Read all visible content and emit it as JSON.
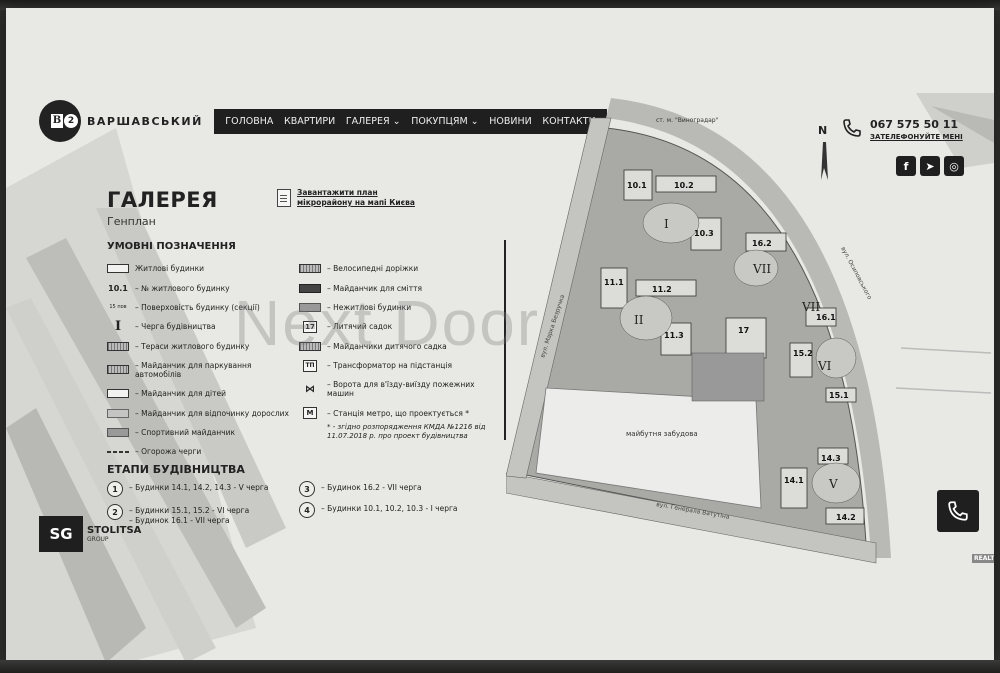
{
  "header": {
    "logo_text": "ВАРШАВСЬКИЙ",
    "logo_mark_letter": "В",
    "logo_mark_number": "2",
    "nav": [
      {
        "label": "ГОЛОВНА"
      },
      {
        "label": "КВАРТИРИ"
      },
      {
        "label": "ГАЛЕРЕЯ ⌄"
      },
      {
        "label": "ПОКУПЦЯМ ⌄"
      },
      {
        "label": "НОВИНИ"
      },
      {
        "label": "КОНТАКТИ"
      }
    ],
    "phone": "067 575 50 11",
    "callback": "ЗАТЕЛЕФОНУЙТЕ МЕНІ",
    "compass": "N",
    "socials": [
      "f",
      "➤",
      "◎"
    ]
  },
  "page": {
    "title": "ГАЛЕРЕЯ",
    "subtitle": "Генплан",
    "download_line1": "Завантажити план",
    "download_line2": "мікрорайону на мапі Києва"
  },
  "legend": {
    "heading": "УМОВНІ ПОЗНАЧЕННЯ",
    "left": [
      {
        "sym": "outline",
        "label": "Житлові будинки"
      },
      {
        "sym": "text",
        "sym_text": "10.1",
        "label": "– № житлового будинку"
      },
      {
        "sym": "text",
        "sym_text": "15 пов",
        "label": "– Поверховість будинку (секції)"
      },
      {
        "sym": "text",
        "sym_text": "I",
        "label": "– Черга будівництва"
      },
      {
        "sym": "hatch",
        "label": "– Тераси житлового будинку"
      },
      {
        "sym": "hatch",
        "label": "– Майданчик для паркування автомобілів"
      },
      {
        "sym": "outline",
        "label": "– Майданчик для дітей"
      },
      {
        "sym": "lightgrey",
        "label": "– Майданчик для відпочинку дорослих"
      },
      {
        "sym": "grey",
        "label": "– Спортивний майданчик"
      },
      {
        "sym": "line",
        "label": "– Огорожа черги"
      }
    ],
    "right": [
      {
        "sym": "hatch",
        "label": "– Велосипедні доріжки"
      },
      {
        "sym": "dark",
        "label": "– Майданчик для сміття"
      },
      {
        "sym": "grey",
        "label": "– Нежитлові будинки"
      },
      {
        "sym": "box",
        "sym_text": "17",
        "label": "– Литячий садок"
      },
      {
        "sym": "hatch",
        "label": "– Майданчики дитячого садка"
      },
      {
        "sym": "box",
        "sym_text": "ТП",
        "label": "– Трансформатор на підстанція"
      },
      {
        "sym": "gate",
        "sym_text": "⋈",
        "label": "– Ворота для в'їзду-виїзду пожежних машин"
      },
      {
        "sym": "box",
        "sym_text": "M",
        "label": "– Станція метро, що проектується *"
      }
    ],
    "footnote_line1": "* - згідно розпорядження КМДА №1216 від",
    "footnote_line2": "11.07.2018 р. про проект будівництва"
  },
  "stages": {
    "heading": "ЕТАПИ БУДІВНИЦТВА",
    "items": [
      {
        "num": "1",
        "line1": "– Будинки 14.1, 14.2, 14.3 - V черга",
        "line2": ""
      },
      {
        "num": "2",
        "line1": "– Будинки 15.1, 15.2 - VI черга",
        "line2": "– Будинок 16.1 - VII черга"
      },
      {
        "num": "3",
        "line1": "– Будинок 16.2 - VII черга",
        "line2": ""
      },
      {
        "num": "4",
        "line1": "– Будинки 10.1, 10.2, 10.3 - I черга",
        "line2": ""
      }
    ]
  },
  "footer": {
    "sg": "SG",
    "company": "STOLITSA",
    "company_sub": "GROUP",
    "realty_badge": "REALTY"
  },
  "map": {
    "metro_label": "ст. м. \"Виноградар\"",
    "street_left": "вул. Марка Безручка",
    "street_bottom": "вул. Генерала Ватутіна",
    "street_right": "вул. Осиповського",
    "future_area": "майбутня забудова",
    "buildings": [
      "10.1",
      "10.2",
      "10.3",
      "11.1",
      "11.2",
      "11.3",
      "16.1",
      "16.2",
      "15.1",
      "15.2",
      "14.1",
      "14.2",
      "14.3",
      "17"
    ],
    "queues": [
      "I",
      "II",
      "V",
      "VI",
      "VII",
      "VII"
    ]
  },
  "watermark": "Next Door"
}
